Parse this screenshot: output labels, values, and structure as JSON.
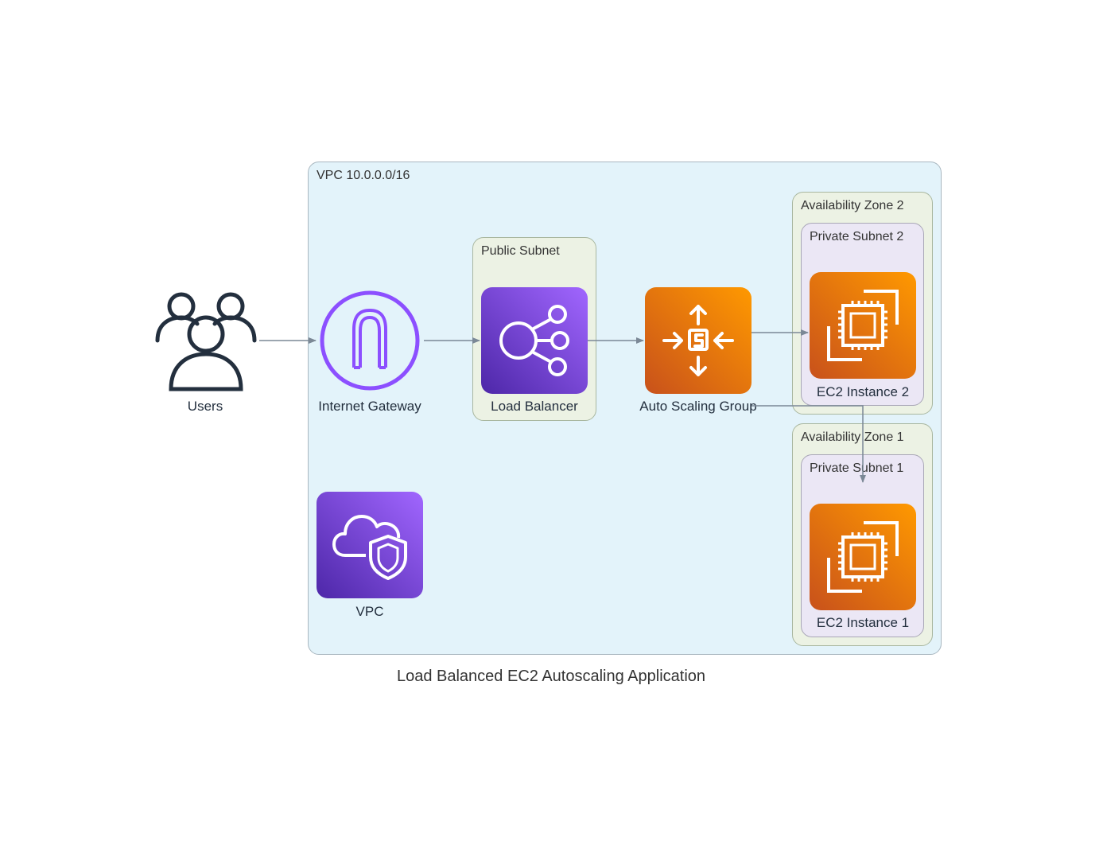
{
  "diagram": {
    "title": "Load Balanced EC2 Autoscaling Application",
    "clusters": {
      "vpc": "VPC 10.0.0.0/16",
      "public_subnet": "Public Subnet",
      "az2": "Availability Zone 2",
      "private_subnet_2": "Private Subnet 2",
      "az1": "Availability Zone 1",
      "private_subnet_1": "Private Subnet 1"
    },
    "nodes": {
      "users": {
        "label": "Users",
        "icon": "users-icon"
      },
      "igw": {
        "label": "Internet Gateway",
        "icon": "internet-gateway-icon"
      },
      "lb": {
        "label": "Load Balancer",
        "icon": "load-balancer-icon"
      },
      "asg": {
        "label": "Auto Scaling Group",
        "icon": "auto-scaling-icon"
      },
      "ec2_2": {
        "label": "EC2 Instance 2",
        "icon": "ec2-icon"
      },
      "ec2_1": {
        "label": "EC2 Instance 1",
        "icon": "ec2-icon"
      },
      "vpc_node": {
        "label": "VPC",
        "icon": "vpc-icon"
      }
    },
    "edges": [
      {
        "from": "Users",
        "to": "Internet Gateway"
      },
      {
        "from": "Internet Gateway",
        "to": "Load Balancer"
      },
      {
        "from": "Load Balancer",
        "to": "Auto Scaling Group"
      },
      {
        "from": "Auto Scaling Group",
        "to": "EC2 Instance 2"
      },
      {
        "from": "Auto Scaling Group",
        "to": "EC2 Instance 1"
      }
    ],
    "colors": {
      "vpc_fill": "#e3f3fa",
      "subnet_fill": "#ecf2e4",
      "private_fill": "#ebe7f5",
      "purple_tile": "#8c4fff",
      "orange_tile": "#ed7100",
      "edge": "#7b8896"
    }
  }
}
